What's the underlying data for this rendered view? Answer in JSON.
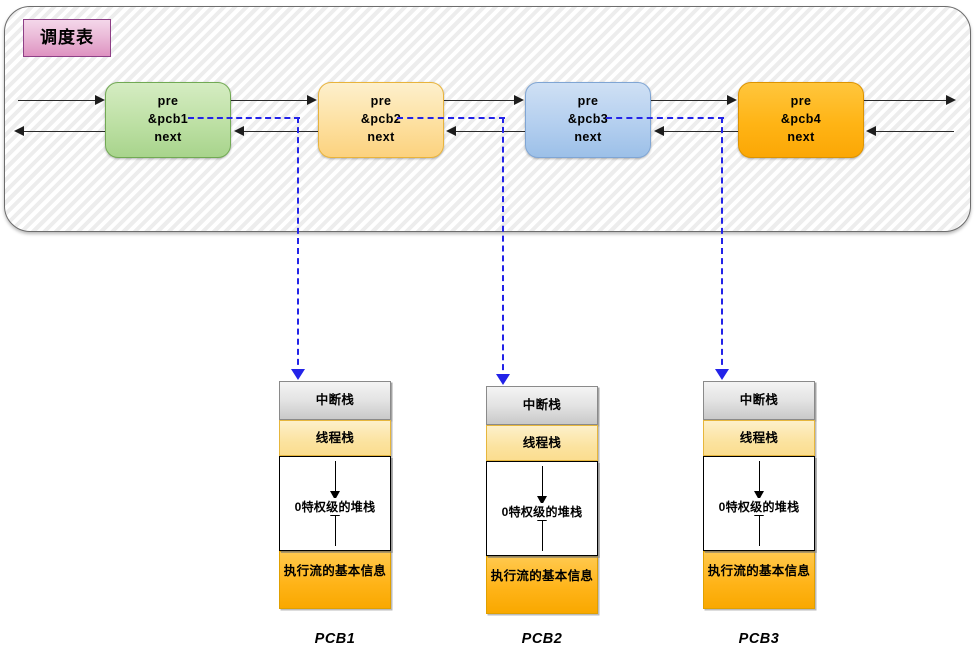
{
  "scheduler": {
    "title": "调度表",
    "nodes": [
      {
        "id": "pcb1",
        "line1": "pre",
        "line2": "&pcb1",
        "line3": "next",
        "color": "#bde0a4"
      },
      {
        "id": "pcb2",
        "line1": "pre",
        "line2": "&pcb2",
        "line3": "next",
        "color": "#fde0a0"
      },
      {
        "id": "pcb3",
        "line1": "pre",
        "line2": "&pcb3",
        "line3": "next",
        "color": "#b4cfef"
      },
      {
        "id": "pcb4",
        "line1": "pre",
        "line2": "&pcb4",
        "line3": "next",
        "color": "#ffb415"
      }
    ]
  },
  "stacks": [
    {
      "caption": "PCB1",
      "segments": {
        "interrupt": "中断栈",
        "thread": "线程栈",
        "middle": "0特权级的堆栈",
        "base": "执行流的基本信息"
      }
    },
    {
      "caption": "PCB2",
      "segments": {
        "interrupt": "中断栈",
        "thread": "线程栈",
        "middle": "0特权级的堆栈",
        "base": "执行流的基本信息"
      }
    },
    {
      "caption": "PCB3",
      "segments": {
        "interrupt": "中断栈",
        "thread": "线程栈",
        "middle": "0特权级的堆栈",
        "base": "执行流的基本信息"
      }
    }
  ],
  "colors": {
    "dashed_pointer": "#2323e8",
    "connector": "#1d1d1d",
    "title_badge": "#de92c1",
    "panel_border": "#6d6d6d"
  }
}
